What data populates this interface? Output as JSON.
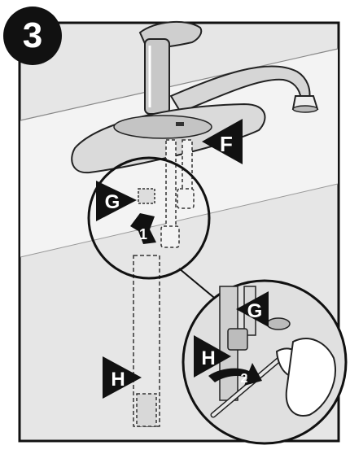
{
  "step": {
    "number": "3"
  },
  "callouts": {
    "F": "F",
    "G_main": "G",
    "G_inset": "G",
    "H_main": "H",
    "H_inset": "H"
  },
  "arrows": {
    "one": "1",
    "two": "2"
  }
}
